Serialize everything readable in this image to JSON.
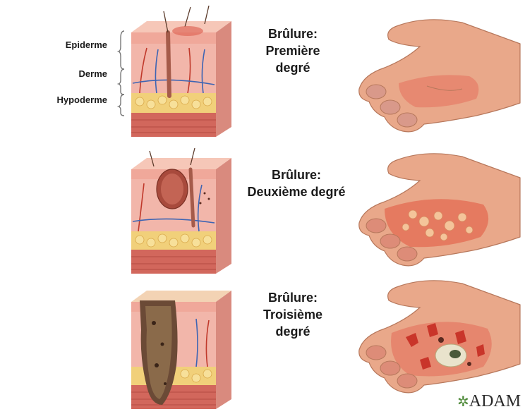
{
  "layers": {
    "epidermis": "Epiderme",
    "dermis": "Derme",
    "hypodermis": "Hypoderme"
  },
  "burns": [
    {
      "line1": "Brûlure:",
      "line2": "Première",
      "line3": "degré"
    },
    {
      "line1": "Brûlure:",
      "line2": "Deuxième  degré",
      "line3": ""
    },
    {
      "line1": "Brûlure:",
      "line2": "Troisième",
      "line3": "degré"
    }
  ],
  "logo": {
    "text": "ADAM",
    "icon": "leaf-icon"
  },
  "colors": {
    "skin_top": "#f2b8a8",
    "dermis": "#e89a8c",
    "fat": "#f1d07a",
    "muscle": "#d2675c",
    "vessel_red": "#c0392b",
    "vessel_blue": "#3d64b3",
    "hand": "#e8a98a",
    "burn_red": "#d94c3a",
    "char": "#5a3a2a"
  }
}
